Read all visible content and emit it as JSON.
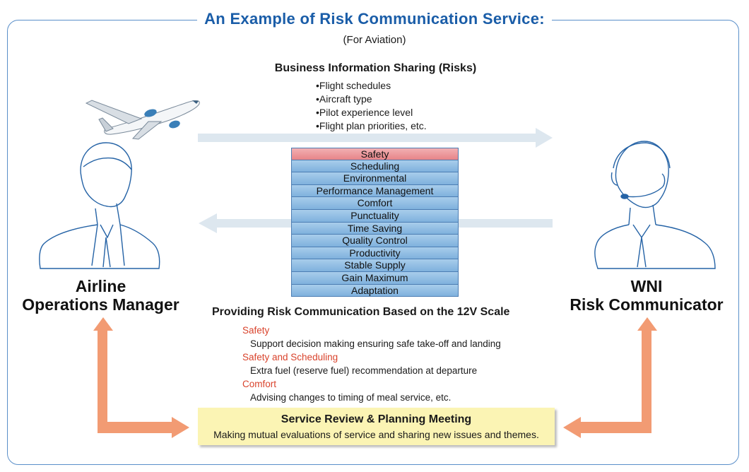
{
  "header": {
    "title": "An Example of Risk Communication Service:",
    "subtitle": "(For Aviation)"
  },
  "info_sharing": {
    "heading": "Business Information Sharing (Risks)",
    "items": [
      "Flight schedules",
      "Aircraft type",
      "Pilot experience level",
      "Flight plan priorities, etc."
    ]
  },
  "scale": [
    "Safety",
    "Scheduling",
    "Environmental",
    "Performance Management",
    "Comfort",
    "Punctuality",
    "Time Saving",
    "Quality Control",
    "Productivity",
    "Stable Supply",
    "Gain Maximum",
    "Adaptation"
  ],
  "left_person": {
    "line1": "Airline",
    "line2": "Operations Manager"
  },
  "right_person": {
    "line1": "WNI",
    "line2": "Risk Communicator"
  },
  "providing": {
    "heading": "Providing Risk Communication Based on the 12V Scale",
    "items": [
      {
        "category": "Safety",
        "description": "Support decision making ensuring safe take-off and landing"
      },
      {
        "category": "Safety and Scheduling",
        "description": "Extra fuel (reserve fuel) recommendation at departure"
      },
      {
        "category": "Comfort",
        "description": "Advising changes to timing of meal service, etc."
      }
    ]
  },
  "meeting": {
    "title": "Service Review & Planning Meeting",
    "description": "Making mutual evaluations of service and sharing new issues and themes."
  },
  "colors": {
    "accent": "#1a5da8",
    "category": "#d9432c",
    "flow_arrow": "#f29b73",
    "info_arrow": "#dde7ef"
  }
}
